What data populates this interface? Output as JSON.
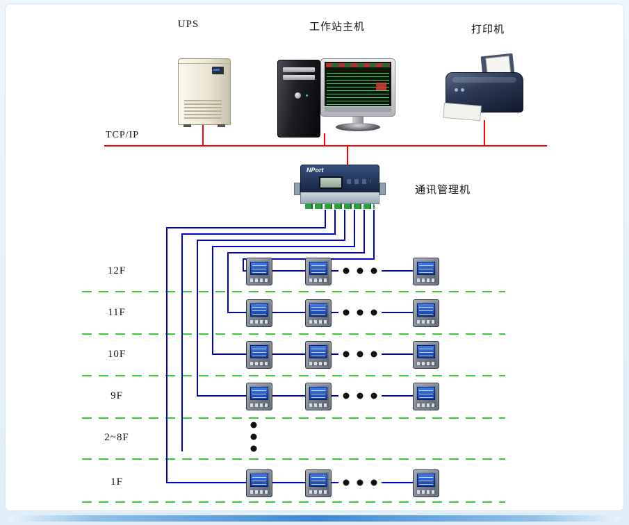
{
  "labels": {
    "ups": "UPS",
    "workstation": "工作站主机",
    "printer": "打印机",
    "network": "TCP/IP",
    "gateway": "通讯管理机",
    "gateway_device_text": "NPort"
  },
  "floors": [
    {
      "label": "12F"
    },
    {
      "label": "11F"
    },
    {
      "label": "10F"
    },
    {
      "label": "9F"
    },
    {
      "label": "2~8F"
    },
    {
      "label": "1F"
    }
  ],
  "colors": {
    "network_line": "#ff0000",
    "bus_line": "#0000cc",
    "floor_line": "#33cc33",
    "dots": "#111111"
  }
}
